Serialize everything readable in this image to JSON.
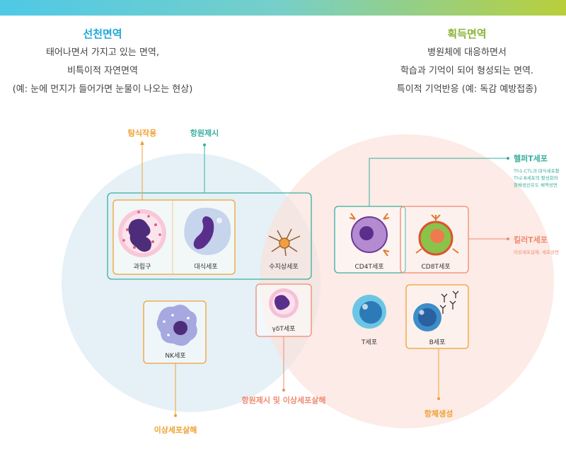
{
  "innate": {
    "title": "선천면역",
    "lines": [
      "태어나면서 가지고 있는 면역,",
      "비특이적 자연면역",
      "(예: 눈에 먼지가 들어가면 눈물이 나오는 현상)"
    ]
  },
  "adaptive": {
    "title": "획득면역",
    "lines": [
      "병원체에 대응하면서",
      "학습과 기억이 되어 형성되는 면역.",
      "특이적 기억반응 (예: 독감 예방접종)"
    ]
  },
  "labels": {
    "phagocytosis": "탐식작용",
    "antigen_presentation": "항원제시",
    "helper_t": "헬퍼T세포",
    "helper_t_desc": [
      "Th1-CTL과 대식세포활",
      "Th2-B세포의 활성화와",
      "항체생산유도 체액성면"
    ],
    "killer_t": "킬러T세포",
    "killer_t_desc": "이상세포살해, 세포성면",
    "antigen_and_kill": "항원제시 및 이상세포살해",
    "abnormal_kill": "이상세포살해",
    "antibody": "항체생성"
  },
  "cells": {
    "granulocyte": "과립구",
    "macrophage": "대식세포",
    "dendritic": "수지상세포",
    "gamma_delta_t": "γδT세포",
    "nk": "NK세포",
    "cd4t": "CD4T세포",
    "cd8t": "CD8T세포",
    "t": "T세포",
    "b": "B세포"
  },
  "colors": {
    "innate_title": "#20a8d8",
    "adaptive_title": "#8cb43a",
    "orange": "#f0a030",
    "teal": "#3aaea0",
    "salmon": "#f08a70"
  }
}
